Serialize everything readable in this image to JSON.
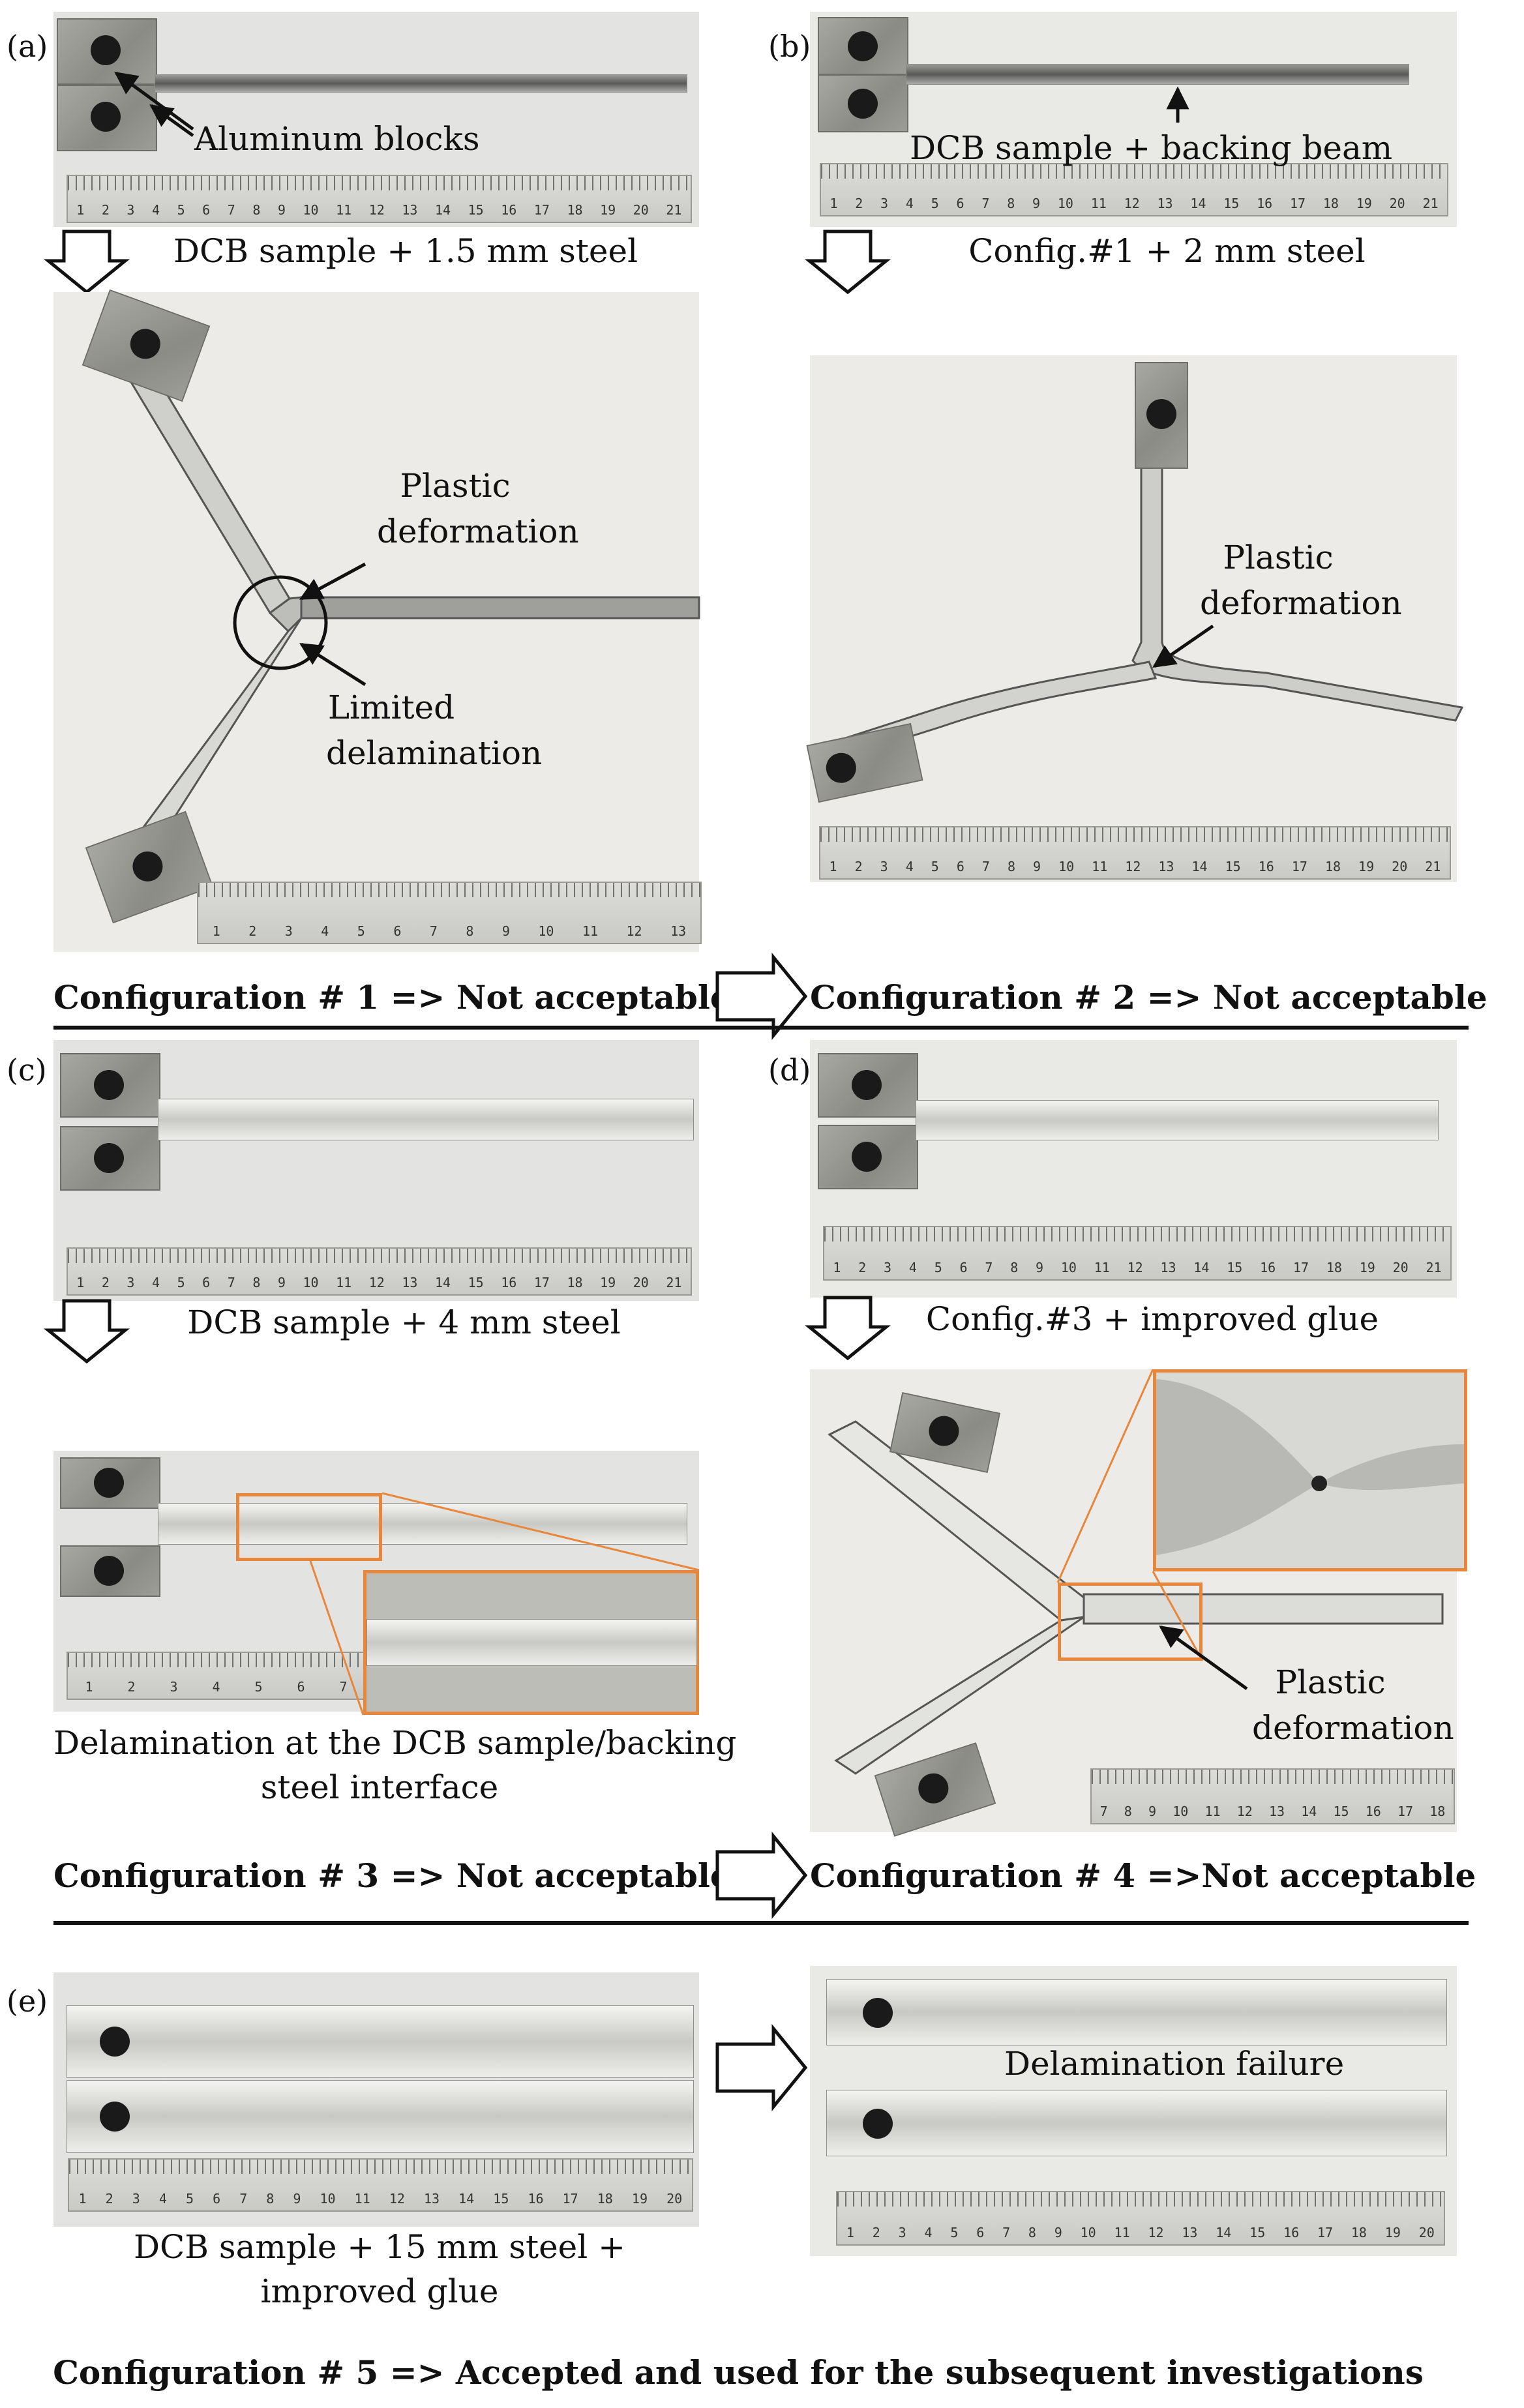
{
  "panels": {
    "a": {
      "tag": "(a)",
      "annotation": "Aluminum blocks",
      "caption": "DCB sample + 1.5 mm steel"
    },
    "b": {
      "tag": "(b)",
      "annotation": "DCB sample + backing beam",
      "caption": "Config.#1 + 2 mm steel"
    },
    "c": {
      "tag": "(c)",
      "caption": "DCB sample + 4 mm steel"
    },
    "d": {
      "tag": "(d)",
      "caption": "Config.#3 + improved glue"
    },
    "e": {
      "tag": "(e)",
      "caption_line1": "DCB sample + 15 mm steel +",
      "caption_line2": "improved glue",
      "right_annotation": "Delamination failure"
    }
  },
  "row1": {
    "left_ann1_line1": "Plastic",
    "left_ann1_line2": "deformation",
    "left_ann2_line1": "Limited",
    "left_ann2_line2": "delamination",
    "right_ann_line1": "Plastic",
    "right_ann_line2": "deformation",
    "config_left": "Configuration # 1 => Not acceptable",
    "config_right": "Configuration # 2 => Not acceptable"
  },
  "row2": {
    "left_caption_line1": "Delamination at the DCB sample/backing",
    "left_caption_line2": "steel interface",
    "right_ann_line1": "Plastic",
    "right_ann_line2": "deformation",
    "config_left": "Configuration # 3 => Not acceptable",
    "config_right": "Configuration # 4 =>Not acceptable"
  },
  "row3": {
    "config": "Configuration # 5 => Accepted and used for the subsequent investigations"
  },
  "ruler_numbers_21": [
    "1",
    "2",
    "3",
    "4",
    "5",
    "6",
    "7",
    "8",
    "9",
    "10",
    "11",
    "12",
    "13",
    "14",
    "15",
    "16",
    "17",
    "18",
    "19",
    "20",
    "21"
  ],
  "ruler_numbers_13": [
    "1",
    "2",
    "3",
    "4",
    "5",
    "6",
    "7",
    "8",
    "9",
    "10",
    "11",
    "12",
    "13"
  ],
  "ruler_numbers_7_18": [
    "7",
    "8",
    "9",
    "10",
    "11",
    "12",
    "13",
    "14",
    "15",
    "16",
    "17",
    "18"
  ],
  "ruler_numbers_20": [
    "1",
    "2",
    "3",
    "4",
    "5",
    "6",
    "7",
    "8",
    "9",
    "10",
    "11",
    "12",
    "13",
    "14",
    "15",
    "16",
    "17",
    "18",
    "19",
    "20"
  ],
  "colors": {
    "inset_border": "#e8863c",
    "arrow": "#111111"
  }
}
